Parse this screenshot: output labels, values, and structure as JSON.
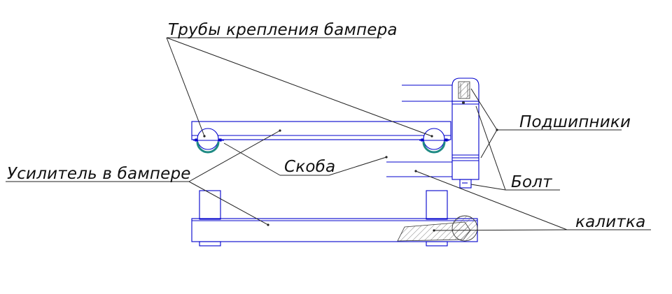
{
  "labels": {
    "tubes": "Трубы крепления бампера",
    "bearings": "Подшипники",
    "bracket": "Скоба",
    "reinforcement": "Усилитель в бампере",
    "bolt": "Болт",
    "gate": "калитка"
  },
  "colors": {
    "line": "#0000cc",
    "leader": "#222222",
    "accent": "#1f8a84"
  }
}
